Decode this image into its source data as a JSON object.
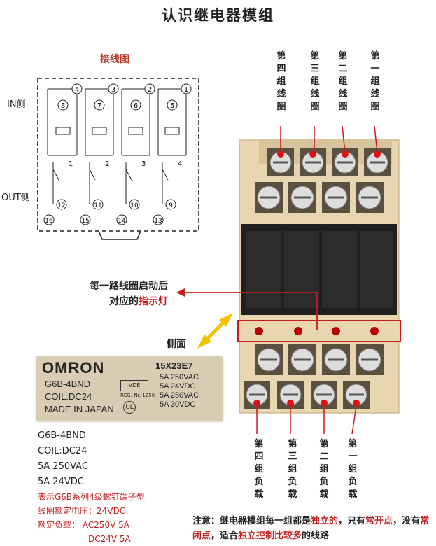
{
  "title": "认识继电器模组",
  "wiring": {
    "title": "接线图",
    "in_side": "IN侧",
    "out_side": "OUT侧",
    "coil_terminals": [
      "4",
      "3",
      "2",
      "1"
    ],
    "led_terminals": [
      "8",
      "7",
      "6",
      "5"
    ],
    "channel_numbers": [
      "1",
      "2",
      "3",
      "4"
    ],
    "output_terminals_upper": [
      "12",
      "11",
      "10",
      "9"
    ],
    "output_terminals_lower": [
      "16",
      "15",
      "14",
      "13"
    ]
  },
  "coil_labels": [
    "第四组线圈",
    "第三组线圈",
    "第二组线圈",
    "第一组线圈"
  ],
  "load_labels": [
    "第四组负载",
    "第三组负载",
    "第二组负载",
    "第一组负载"
  ],
  "indicator_note": {
    "line1": "每一路线圈启动后",
    "line2_prefix": "对应的",
    "line2_highlight": "指示灯"
  },
  "side_view": "侧面",
  "nameplate": {
    "brand": "OMRON",
    "model": "G6B-4BND",
    "coil": "COIL:DC24",
    "origin": "MADE IN JAPAN",
    "date_code": "15X23E7",
    "ratings": [
      "5A 250VAC",
      "5A 24VDC",
      "5A 250VAC",
      "5A 30VDC"
    ],
    "vde": "VDE",
    "reg": "REG.-Nr. 1256"
  },
  "spec": {
    "lines": [
      "G6B-4BND",
      "COIL:DC24",
      "5A  250VAC",
      "5A  24VDC"
    ],
    "explain1": "表示G6B系列4级螺钉端子型",
    "explain2_label": "线圈额定电压：",
    "explain2_value": "24VDC",
    "explain3_label": "额定负载：",
    "explain3_value": "AC250V 5A",
    "explain4_value": "DC24V 5A"
  },
  "note": {
    "p1": "注意：继电器模组每一组都是",
    "h1": "独立的",
    "p2": "，只有",
    "h2": "常开",
    "h3": "点",
    "p3": "，没有",
    "h4": "常闭点",
    "p4": "，适合",
    "h5": "独立控制比较多",
    "p5": "的线路"
  },
  "colors": {
    "accent": "#c41d1d",
    "annotation": "#c0392b",
    "beige": "#e8d6b0",
    "arrow_yellow": "#f2c200"
  }
}
